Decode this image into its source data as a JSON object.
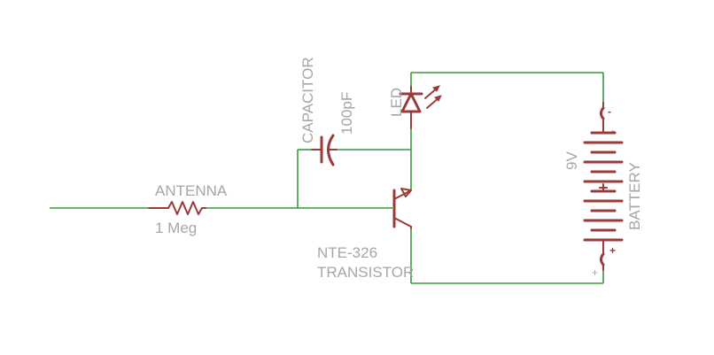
{
  "components": {
    "resistor": {
      "name": "ANTENNA",
      "value": "1 Meg"
    },
    "capacitor": {
      "name": "CAPACITOR",
      "value": "100pF"
    },
    "led": {
      "name": "LED"
    },
    "transistor": {
      "name": "NTE-326",
      "type": "TRANSISTOR"
    },
    "battery": {
      "name": "BATTERY",
      "value": "9V",
      "pin_plus": "+",
      "pin_minus": "-"
    }
  },
  "colors": {
    "wire": "#3a9a3a",
    "symbol": "#9b3a3a",
    "label": "#a6a6a6"
  }
}
